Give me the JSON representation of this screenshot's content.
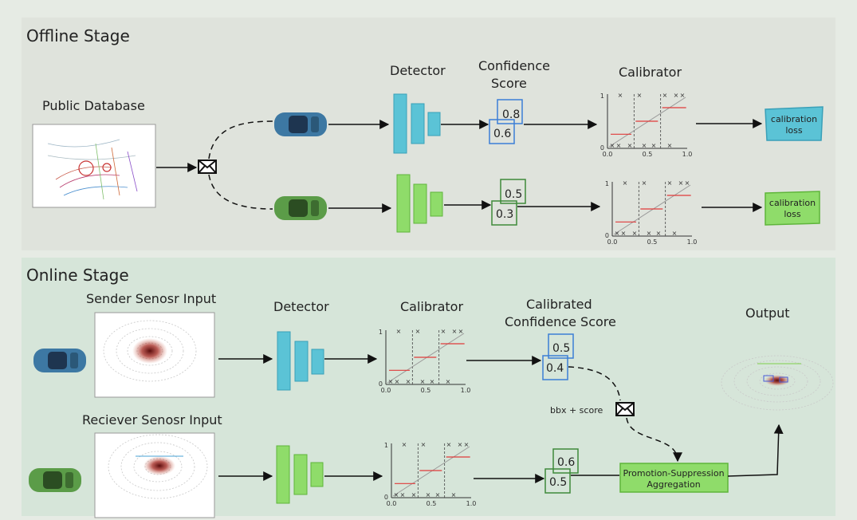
{
  "offline": {
    "title": "Offline Stage",
    "public_database": "Public Database",
    "detector": "Detector",
    "confidence_line1": "Confidence",
    "confidence_line2": "Score",
    "calibrator": "Calibrator",
    "blue_scores": [
      "0.8",
      "0.6"
    ],
    "green_scores": [
      "0.5",
      "0.3"
    ],
    "loss_line1": "calibration",
    "loss_line2": "loss"
  },
  "online": {
    "title": "Online Stage",
    "sender_input": "Sender Senosr Input",
    "receiver_input": "Reciever Senosr Input",
    "detector": "Detector",
    "calibrator": "Calibrator",
    "calibrated_line1": "Calibrated",
    "calibrated_line2": "Confidence Score",
    "output": "Output",
    "blue_scores": [
      "0.5",
      "0.4"
    ],
    "green_scores": [
      "0.6",
      "0.5"
    ],
    "message_label": "bbx + score",
    "aggregation_line1": "Promotion-Suppression",
    "aggregation_line2": "Aggregation"
  },
  "plot_ticks": {
    "x": [
      "0.0",
      "0.5",
      "1.0"
    ],
    "y": [
      "0",
      "1"
    ]
  },
  "colors": {
    "blue": "#5bc3d6",
    "green": "#8fdc6a",
    "offline_bg": "#dfe3dc",
    "online_bg": "#d6e5d9"
  }
}
